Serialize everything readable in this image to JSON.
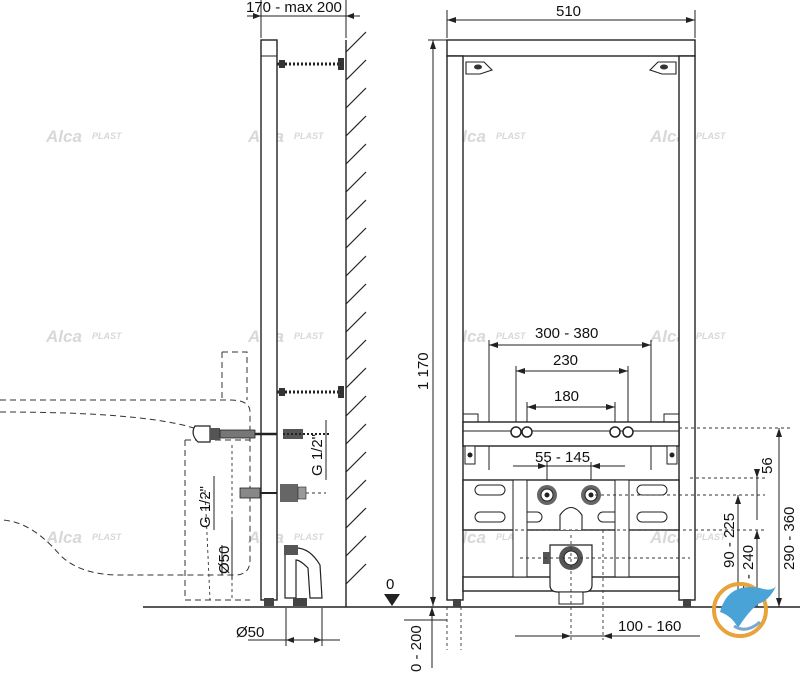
{
  "watermark": {
    "brand": "Alca",
    "suffix": "PLAST"
  },
  "dimensions": {
    "side_depth": "170 - max 200",
    "frame_width": "510",
    "height_total": "1 170",
    "top_span": "300 - 380",
    "span_230": "230",
    "span_180": "180",
    "span_55_145": "55 - 145",
    "h_56": "56",
    "h_90_225": "90 - 225",
    "h_90_240": "90 - 240",
    "h_290_360": "290 - 360",
    "thread_left": "G 1/2\"",
    "thread_right": "G 1/2\"",
    "dia_50_vertical": "Ø50",
    "dia_50_bottom": "Ø50",
    "zero_level": "0",
    "floor_adjust": "0 - 200",
    "span_100_160": "100 - 160"
  }
}
